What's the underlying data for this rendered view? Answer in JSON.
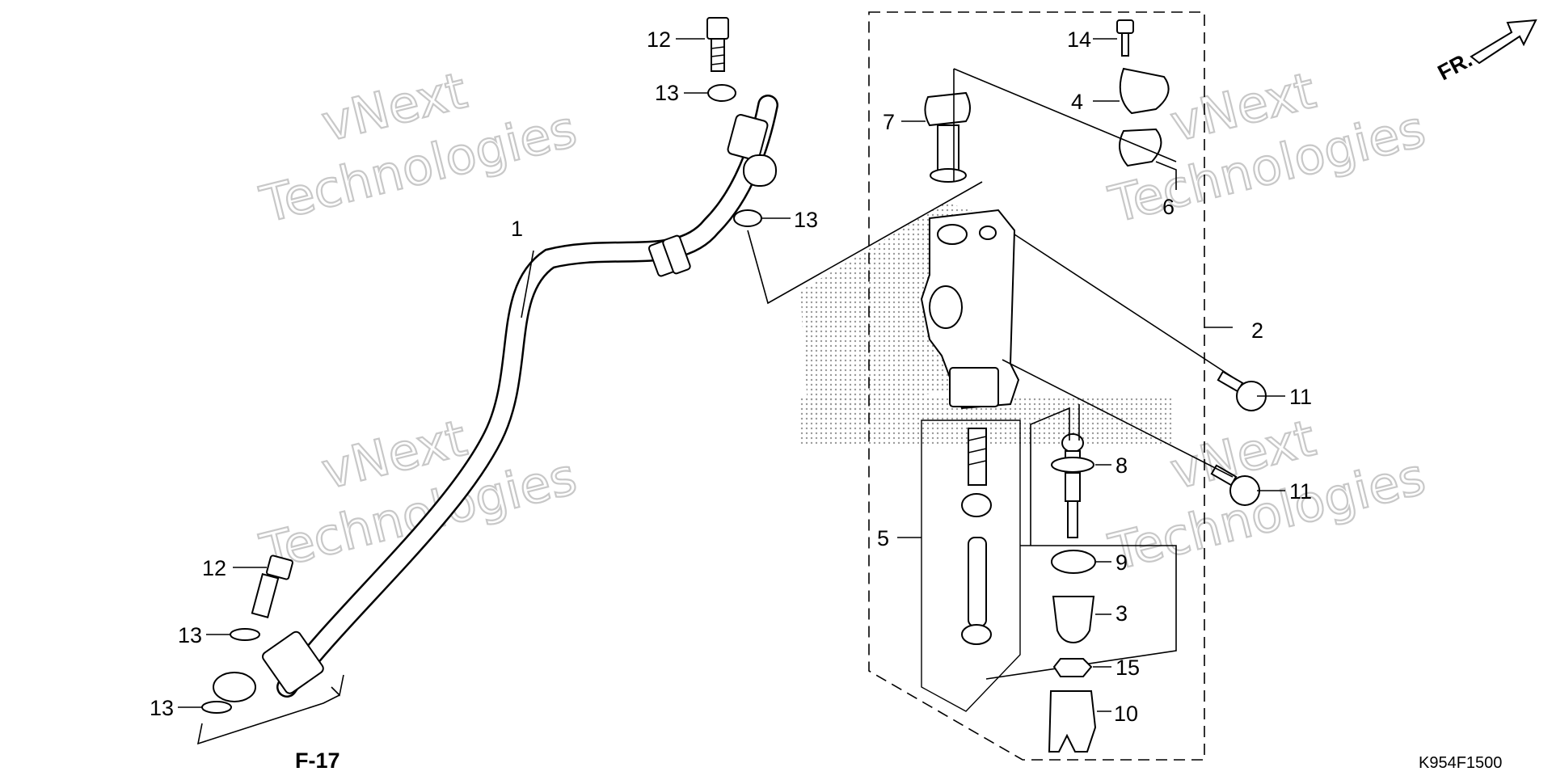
{
  "diagram": {
    "callouts": {
      "c1": "1",
      "c2": "2",
      "c3": "3",
      "c4": "4",
      "c5": "5",
      "c6": "6",
      "c7": "7",
      "c8": "8",
      "c9": "9",
      "c10": "10",
      "c11a": "11",
      "c11b": "11",
      "c12a": "12",
      "c12b": "12",
      "c13a": "13",
      "c13b": "13",
      "c13c": "13",
      "c13d": "13",
      "c14": "14",
      "c15": "15"
    },
    "reference_label": "F-17",
    "direction_label": "FR.",
    "diagram_code": "K954F1500",
    "watermark_line1": "vNext",
    "watermark_line2": "Technologies"
  },
  "colors": {
    "line": "#000000",
    "background": "#ffffff",
    "watermark": "#c8c8c8",
    "halftone": "#9a9a9a"
  }
}
